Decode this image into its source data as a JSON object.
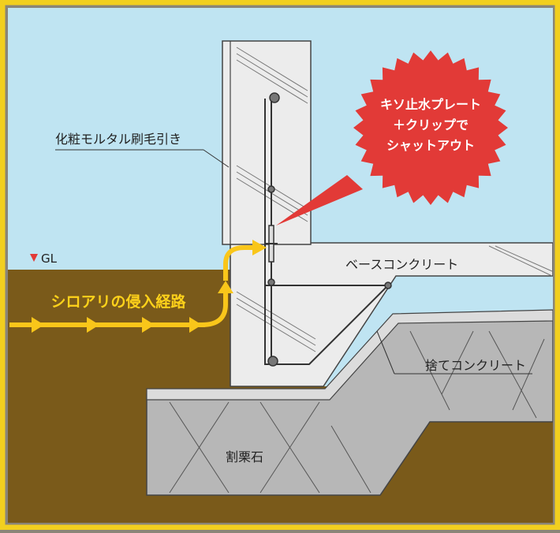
{
  "labels": {
    "plaster": "化粧モルタル刷毛引き",
    "gl": "GL",
    "base_concrete": "ベースコンクリート",
    "route": "シロアリの侵入経路",
    "leveling_concrete": "捨てコンクリート",
    "crushed_stone": "割栗石"
  },
  "callout": {
    "line1": "キソ止水プレート",
    "line2": "＋クリップで",
    "line3": "シャットアウト"
  },
  "colors": {
    "frame": "#f2cf1f",
    "sky": "#bfe4f2",
    "soil": "#7a5a1a",
    "concrete": "#ececec",
    "stone": "#b7b7b7",
    "route": "#f9c61a",
    "route_text": "#ffd21a",
    "badge": "#e23a37",
    "gl_marker": "#e23a37"
  }
}
